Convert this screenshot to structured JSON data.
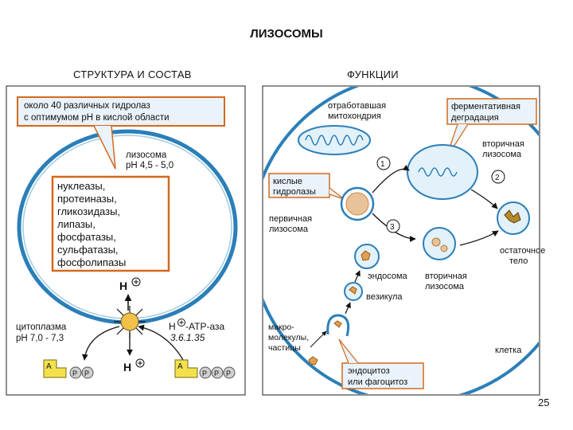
{
  "title": "ЛИЗОСОМЫ",
  "left_header": "СТРУКТУРА И СОСТАВ",
  "right_header": "ФУНКЦИИ",
  "page_number": "25",
  "left_panel": {
    "hydrolases_box": [
      "около 40 различных гидролаз",
      "с оптимумом pH в кислой области"
    ],
    "lysosome_label": [
      "лизосома",
      "pH 4,5 - 5,0"
    ],
    "enzymes": [
      "нуклеазы,",
      "протеиназы,",
      "гликозидазы,",
      "липазы,",
      "фосфатазы,",
      "сульфатазы,",
      "фосфолипазы"
    ],
    "proton_symbol": "H",
    "cytoplasm_label": [
      "цитоплазма",
      "pH 7,0 - 7,3"
    ],
    "atpase_label": [
      "-ATP-аза",
      "3.6.1.35"
    ],
    "adenine_letter": "A",
    "phosphate_letter": "P"
  },
  "right_panel": {
    "spent_mitochondrion": [
      "отработавшая",
      "митохондрия"
    ],
    "enzymatic_degradation": [
      "ферментативная",
      "деградация"
    ],
    "secondary_lysosome_top": [
      "вторичная",
      "лизосома"
    ],
    "acid_hydrolases": [
      "кислые",
      "гидролазы"
    ],
    "primary_lysosome": [
      "первичная",
      "лизосома"
    ],
    "residual_body": [
      "остаточное",
      "тело"
    ],
    "endosome": "эндосома",
    "secondary_lysosome_bottom": [
      "вторичная",
      "лизосома"
    ],
    "vesicle": "везикула",
    "macromolecules": [
      "макро-",
      "молекулы,",
      "частицы"
    ],
    "cell": "клетка",
    "endocytosis_box": [
      "эндоцитоз",
      "или фагоцитоз"
    ],
    "step_numbers": [
      "1",
      "2",
      "3"
    ]
  },
  "colors": {
    "membrane": "#2b7fb8",
    "membrane_fill": "#e3f1fa",
    "box_border": "#d2691e",
    "callout_fill": "#eaf3fb",
    "lysosome_fill": "#e8c39a",
    "adp_yellow": "#f2e14c",
    "phosphate_gray": "#cfcfcf"
  }
}
